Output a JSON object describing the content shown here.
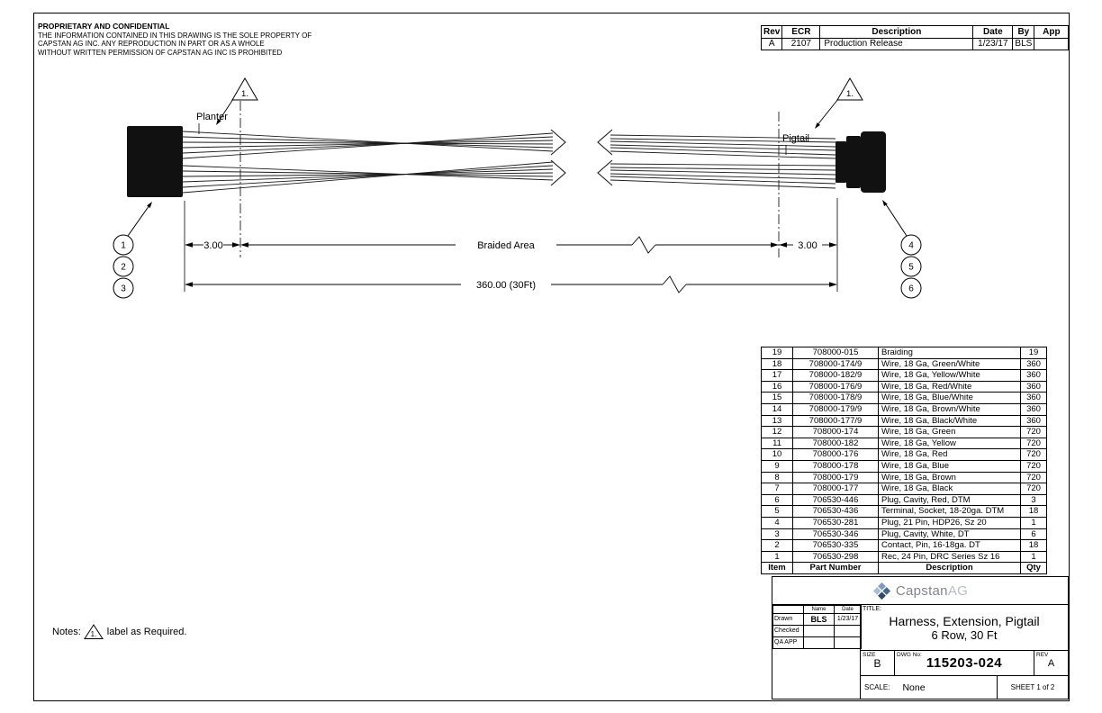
{
  "proprietary": {
    "title": "PROPRIETARY AND CONFIDENTIAL",
    "body_lines": [
      "THE INFORMATION CONTAINED IN THIS DRAWING IS THE SOLE PROPERTY OF",
      "CAPSTAN AG INC. ANY REPRODUCTION IN PART OR AS A WHOLE",
      "WITHOUT WRITTEN PERMISSION OF CAPSTAN AG INC IS PROHIBITED"
    ]
  },
  "revision_table": {
    "headers": [
      "Rev",
      "ECR",
      "Description",
      "Date",
      "By",
      "App"
    ],
    "rows": [
      [
        "A",
        "2107",
        "Production Release",
        "1/23/17",
        "BLS",
        ""
      ]
    ]
  },
  "drawing": {
    "left_label": "Planter",
    "right_label": "Pigtail",
    "flag_note": "1.",
    "dim_left": "3.00",
    "dim_center": "Braided Area",
    "dim_right": "3.00",
    "dim_overall": "360.00 (30Ft)",
    "balloons_left": [
      "1",
      "2",
      "3"
    ],
    "balloons_right": [
      "4",
      "5",
      "6"
    ]
  },
  "bom": {
    "headers": [
      "Item",
      "Part Number",
      "Description",
      "Qty"
    ],
    "rows": [
      [
        "19",
        "708000-015",
        "Braiding",
        "19"
      ],
      [
        "18",
        "708000-174/9",
        "Wire, 18 Ga, Green/White",
        "360"
      ],
      [
        "17",
        "708000-182/9",
        "Wire, 18 Ga, Yellow/White",
        "360"
      ],
      [
        "16",
        "708000-176/9",
        "Wire, 18 Ga, Red/White",
        "360"
      ],
      [
        "15",
        "708000-178/9",
        "Wire, 18 Ga, Blue/White",
        "360"
      ],
      [
        "14",
        "708000-179/9",
        "Wire, 18 Ga, Brown/White",
        "360"
      ],
      [
        "13",
        "708000-177/9",
        "Wire, 18 Ga, Black/White",
        "360"
      ],
      [
        "12",
        "708000-174",
        "Wire, 18 Ga, Green",
        "720"
      ],
      [
        "11",
        "708000-182",
        "Wire, 18 Ga, Yellow",
        "720"
      ],
      [
        "10",
        "708000-176",
        "Wire, 18 Ga, Red",
        "720"
      ],
      [
        "9",
        "708000-178",
        "Wire, 18 Ga, Blue",
        "720"
      ],
      [
        "8",
        "708000-179",
        "Wire, 18 Ga, Brown",
        "720"
      ],
      [
        "7",
        "708000-177",
        "Wire, 18 Ga, Black",
        "720"
      ],
      [
        "6",
        "706530-446",
        "Plug, Cavity, Red, DTM",
        "3"
      ],
      [
        "5",
        "706530-436",
        "Terminal, Socket, 18-20ga. DTM",
        "18"
      ],
      [
        "4",
        "706530-281",
        "Plug, 21 Pin, HDP26, Sz 20",
        "1"
      ],
      [
        "3",
        "706530-346",
        "Plug, Cavity, White, DT",
        "6"
      ],
      [
        "2",
        "706530-335",
        "Contact, Pin, 16-18ga. DT",
        "18"
      ],
      [
        "1",
        "706530-298",
        "Rec, 24 Pin, DRC Series Sz 16",
        "1"
      ]
    ]
  },
  "notes": {
    "prefix": "Notes:",
    "flag": "1.",
    "text": "label as Required."
  },
  "title_block": {
    "logo_primary": "Capstan",
    "logo_secondary": "AG",
    "name_header": "Name",
    "date_header": "Date",
    "drawn_label": "Drawn",
    "checked_label": "Checked",
    "qa_label": "QA APP",
    "drawn_name": "BLS",
    "drawn_date": "1/23/17",
    "title_label": "TITLE:",
    "title_line1": "Harness, Extension, Pigtail",
    "title_line2": "6 Row, 30 Ft",
    "size_label": "SIZE",
    "size": "B",
    "dwg_label": "DWG No:",
    "dwg_no": "115203-024",
    "rev_label": "REV",
    "rev": "A",
    "scale_label": "SCALE:",
    "scale": "None",
    "sheet": "SHEET 1 of 2"
  },
  "colors": {
    "line": "#000000",
    "logo_blue_dark": "#2e4a68",
    "logo_blue": "#46688f",
    "logo_blue_light": "#7f9cc0",
    "logo_blue_pale": "#a9bdd3"
  }
}
